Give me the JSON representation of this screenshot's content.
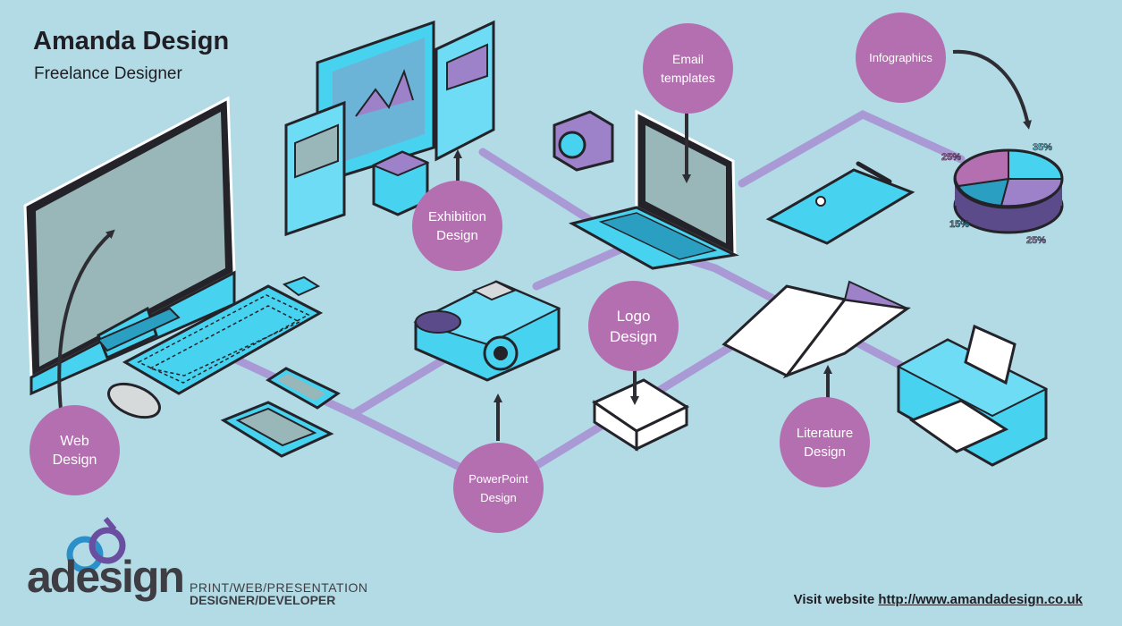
{
  "header": {
    "title": "Amanda Design",
    "subtitle": "Freelance Designer"
  },
  "services": {
    "web": {
      "line1": "Web",
      "line2": "Design"
    },
    "exhibition": {
      "line1": "Exhibition",
      "line2": "Design"
    },
    "email": {
      "line1": "Email",
      "line2": "templates"
    },
    "infographics": {
      "line1": "Infographics"
    },
    "powerpoint": {
      "line1": "PowerPoint",
      "line2": "Design"
    },
    "logo": {
      "line1": "Logo",
      "line2": "Design"
    },
    "literature": {
      "line1": "Literature",
      "line2": "Design"
    }
  },
  "pie": {
    "p1": "25%",
    "p2": "35%",
    "p3": "15%",
    "p4": "25%"
  },
  "logo": {
    "word": "adesign",
    "tagline_1": "PRINT/WEB/PRESENTATION",
    "tagline_2": "DESIGNER/DEVELOPER"
  },
  "footer": {
    "prefix": "Visit website ",
    "url": "http://www.amandadesign.co.uk"
  },
  "colors": {
    "background": "#b3dbe5",
    "bubble": "#b46fb0",
    "cyan": "#47d3ef",
    "purple": "#9d82c9",
    "grey_screen": "#99b6b9"
  }
}
